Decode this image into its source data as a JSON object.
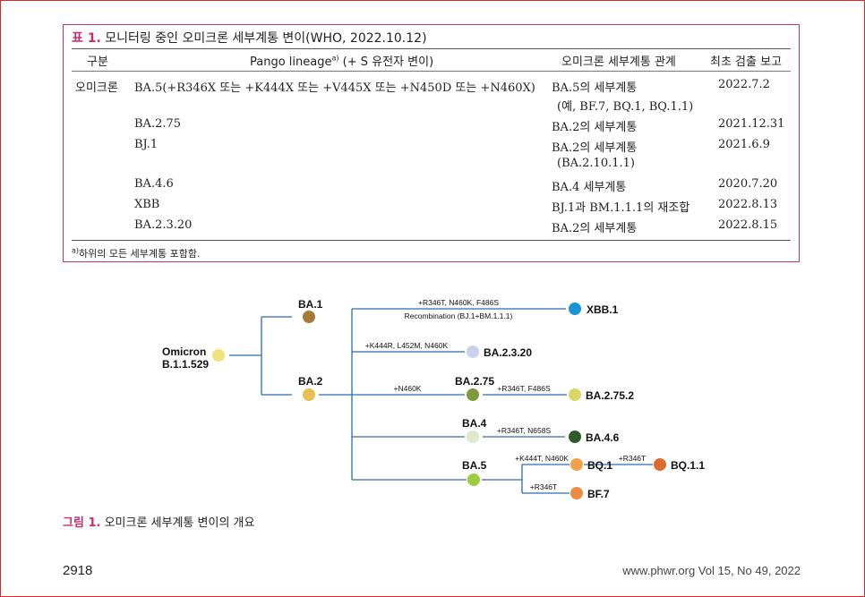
{
  "table": {
    "label": "표 1.",
    "title": "모니터링 중인 오미크론 세부계통 변이(WHO, 2022.10.12)",
    "headers": [
      "구분",
      "Pango lineage",
      "a)",
      "(+ S 유전자 변이)",
      "오미크론 세부계통 관계",
      "최초 검출 보고"
    ],
    "category": "오미크론",
    "rows": [
      {
        "lineage": "BA.5(+R346X 또는 +K444X 또는 +V445X 또는 +N450D 또는 +N460X)",
        "relation": "BA.5의 세부계통",
        "relation2": "(예, BF.7, BQ.1, BQ.1.1)",
        "date": "2022.7.2"
      },
      {
        "lineage": "BA.2.75",
        "relation": "BA.2의 세부계통",
        "relation2": "",
        "date": "2021.12.31"
      },
      {
        "lineage": "BJ.1",
        "relation": "BA.2의 세부계통",
        "relation2": "(BA.2.10.1.1)",
        "date": "2021.6.9"
      },
      {
        "lineage": "BA.4.6",
        "relation": "BA.4 세부계통",
        "relation2": "",
        "date": "2020.7.20"
      },
      {
        "lineage": "XBB",
        "relation": "BJ.1과 BM.1.1.1의 재조합",
        "relation2": "",
        "date": "2022.8.13"
      },
      {
        "lineage": "BA.2.3.20",
        "relation": "BA.2의 세부계통",
        "relation2": "",
        "date": "2022.8.15"
      }
    ],
    "footnote_mark": "a)",
    "footnote": "하위의 모든 세부계통 포함함."
  },
  "figure": {
    "root_line1": "Omicron",
    "root_line2": "B.1.1.529",
    "nodes": {
      "ba1": "BA.1",
      "ba2": "BA.2",
      "xbb1": "XBB.1",
      "ba2320": "BA.2.3.20",
      "ba275": "BA.2.75",
      "ba2752": "BA.2.75.2",
      "ba4": "BA.4",
      "ba46": "BA.4.6",
      "ba5": "BA.5",
      "bq1": "BQ.1",
      "bq11": "BQ.1.1",
      "bf7": "BF.7"
    },
    "mutations": {
      "xbb_top": "+R346T, N460K, F486S",
      "xbb_bottom": "Recombination (BJ.1+BM.1.1.1)",
      "ba2320": "+K444R, L452M, N460K",
      "ba275": "+N460K",
      "ba2752": "+R346T, F486S",
      "ba46": "+R346T, N658S",
      "bq1": "+K444T, N460K",
      "bq11": "+R346T",
      "bf7": "+R346T"
    },
    "colors": {
      "root": "#f2e27a",
      "ba1": "#a77a3a",
      "ba2": "#e9bd55",
      "xbb1": "#1a95d3",
      "ba2320": "#c9d3ee",
      "ba275": "#7a9a3c",
      "ba2752": "#d9d765",
      "ba4": "#dde9c8",
      "ba46": "#2e5a2c",
      "ba5": "#9ccb3c",
      "bq1": "#f1a24a",
      "bq11": "#de6a30",
      "bf7": "#ee8b41",
      "line": "#2b6cb0"
    },
    "caption_label": "그림 1.",
    "caption": "오미크론 세부계통 변이의 개요"
  },
  "footer": {
    "page_number": "2918",
    "journal": "www.phwr.org   Vol 15, No 49, 2022"
  }
}
